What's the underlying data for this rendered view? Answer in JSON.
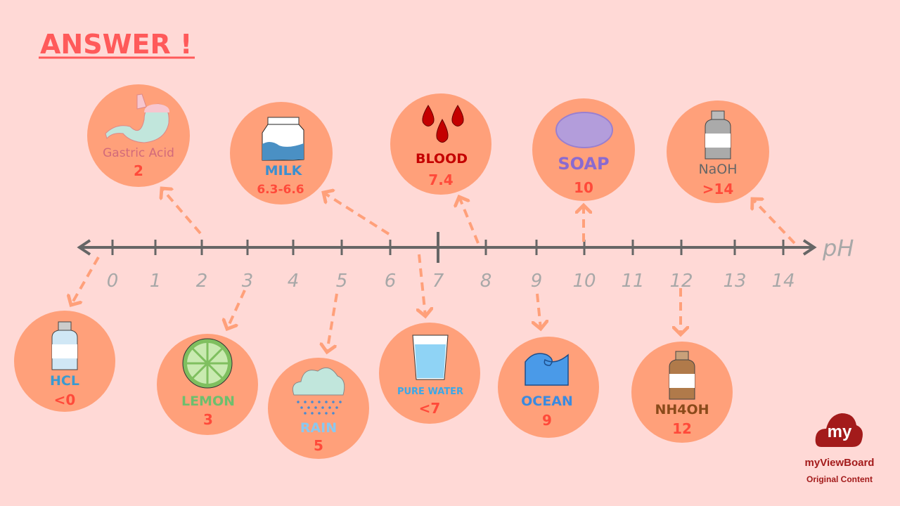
{
  "title": "ANSWER !",
  "axis": {
    "label": "pH",
    "ticks": [
      "0",
      "1",
      "2",
      "3",
      "4",
      "5",
      "6",
      "7",
      "8",
      "9",
      "10",
      "11",
      "12",
      "13",
      "14"
    ]
  },
  "items": {
    "gastric": {
      "name": "Gastric Acid",
      "value": "2",
      "color": "#d26a7a"
    },
    "milk": {
      "name": "MILK",
      "value": "6.3-6.6",
      "color": "#3a8fd0"
    },
    "blood": {
      "name": "BLOOD",
      "value": "7.4",
      "color": "#c40000"
    },
    "soap": {
      "name": "SOAP",
      "value": "10",
      "color": "#8a6ad0"
    },
    "naoh": {
      "name": "NaOH",
      "value": ">14",
      "color": "#666666"
    },
    "hcl": {
      "name": "HCL",
      "value": "<0",
      "color": "#3a9ad0"
    },
    "lemon": {
      "name": "LEMON",
      "value": "3",
      "color": "#6dbf6d"
    },
    "rain": {
      "name": "RAIN",
      "value": "5",
      "color": "#8ac8ef"
    },
    "water": {
      "name": "PURE WATER",
      "value": "<7",
      "color": "#3aa8e8"
    },
    "ocean": {
      "name": "OCEAN",
      "value": "9",
      "color": "#3a8ae0"
    },
    "nh4oh": {
      "name": "NH4OH",
      "value": "12",
      "color": "#8a4a1a"
    }
  },
  "logo": {
    "mark": "my",
    "brand": "myViewBoard",
    "tagline": "Original Content"
  }
}
